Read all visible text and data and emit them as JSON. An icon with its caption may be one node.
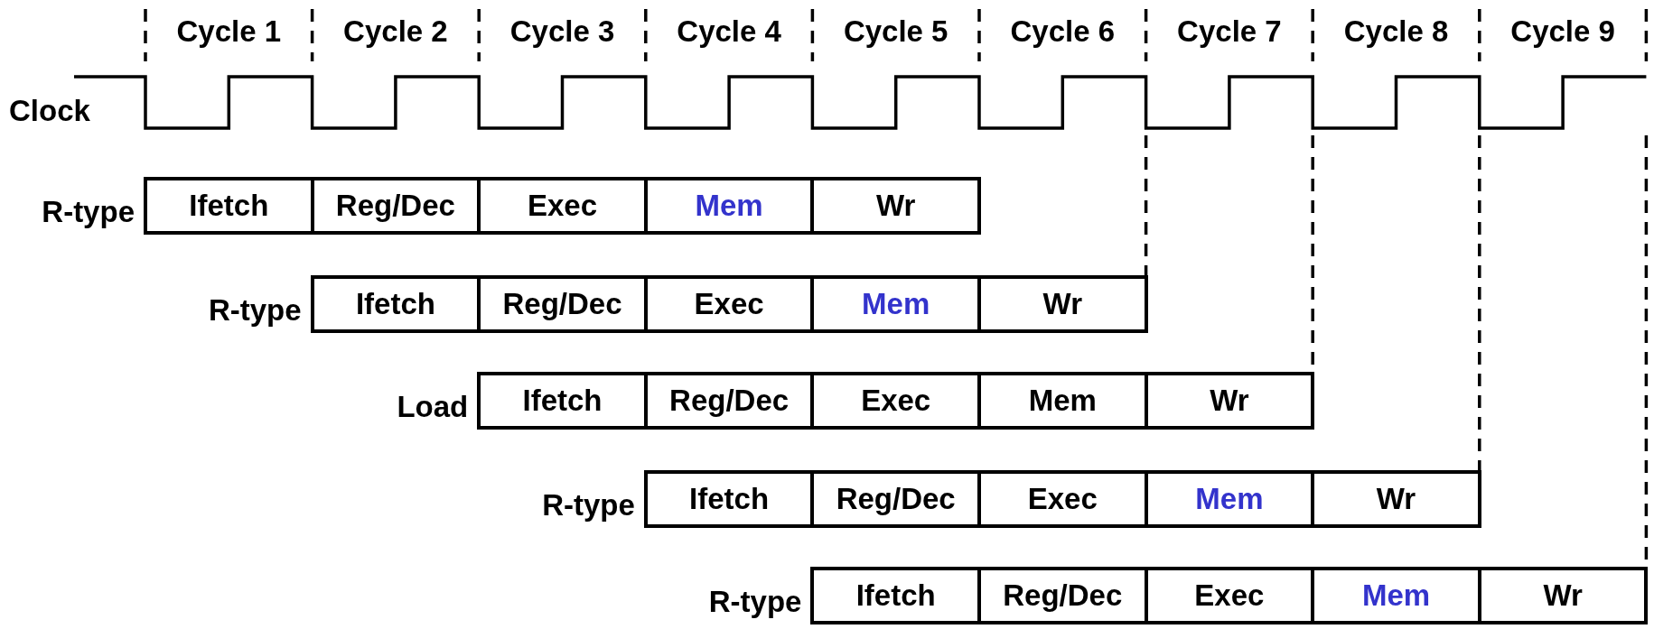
{
  "diagram": {
    "nodes": [
      {
        "text": [
          "Ifetch"
        ]
      },
      {
        "text": [
          "Reg/Dec"
        ]
      },
      {
        "text": [
          "Exec"
        ]
      },
      {
        "text": [
          "Mem"
        ]
      },
      {
        "text": [
          "Wr"
        ]
      },
      {
        "text": [
          "Ifetch"
        ]
      },
      {
        "text": [
          "Reg/Dec"
        ]
      },
      {
        "text": [
          "Exec"
        ]
      },
      {
        "text": [
          "Mem"
        ]
      },
      {
        "text": [
          "Wr"
        ]
      },
      {
        "text": [
          "Ifetch"
        ]
      },
      {
        "text": [
          "Reg/Dec"
        ]
      },
      {
        "text": [
          "Exec"
        ]
      },
      {
        "text": [
          "Mem"
        ]
      },
      {
        "text": [
          "Wr"
        ]
      },
      {
        "text": [
          "Ifetch"
        ]
      },
      {
        "text": [
          "Reg/Dec"
        ]
      },
      {
        "text": [
          "Exec"
        ]
      },
      {
        "text": [
          "Mem"
        ]
      },
      {
        "text": [
          "Wr"
        ]
      },
      {
        "text": [
          "Ifetch"
        ]
      },
      {
        "text": [
          "Reg/Dec"
        ]
      },
      {
        "text": [
          "Exec"
        ]
      },
      {
        "text": [
          "Mem"
        ]
      },
      {
        "text": [
          "Wr"
        ]
      }
    ],
    "labels": [
      "Cycle 1",
      "Cycle 2",
      "Cycle 3",
      "Cycle 4",
      "Cycle 5",
      "Cycle 6",
      "Cycle 7",
      "Cycle 8",
      "Cycle 9",
      "Clock",
      "R-type",
      "R-type",
      "Load",
      "R-type",
      "R-type"
    ]
  }
}
